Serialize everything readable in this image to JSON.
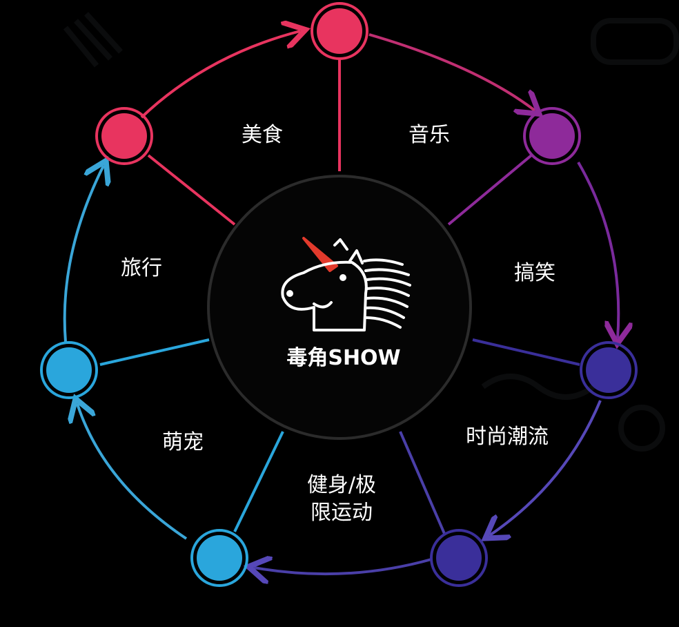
{
  "center": {
    "logo_text": "毒角SHOW"
  },
  "nodes": [
    {
      "id": "top",
      "color": "#e8345f"
    },
    {
      "id": "upper-right",
      "color": "#8e2a9a"
    },
    {
      "id": "right",
      "color": "#3a2f9a"
    },
    {
      "id": "lower-right",
      "color": "#3a2f9a"
    },
    {
      "id": "lower-left",
      "color": "#2aa6dc"
    },
    {
      "id": "left",
      "color": "#2aa6dc"
    },
    {
      "id": "upper-left",
      "color": "#e8345f"
    }
  ],
  "segments": [
    {
      "label_lines": [
        "美食"
      ]
    },
    {
      "label_lines": [
        "音乐"
      ]
    },
    {
      "label_lines": [
        "搞笑"
      ]
    },
    {
      "label_lines": [
        "时尚潮流"
      ]
    },
    {
      "label_lines": [
        "健身/极",
        "限运动"
      ]
    },
    {
      "label_lines": [
        "萌宠"
      ]
    },
    {
      "label_lines": [
        "旅行"
      ]
    }
  ]
}
